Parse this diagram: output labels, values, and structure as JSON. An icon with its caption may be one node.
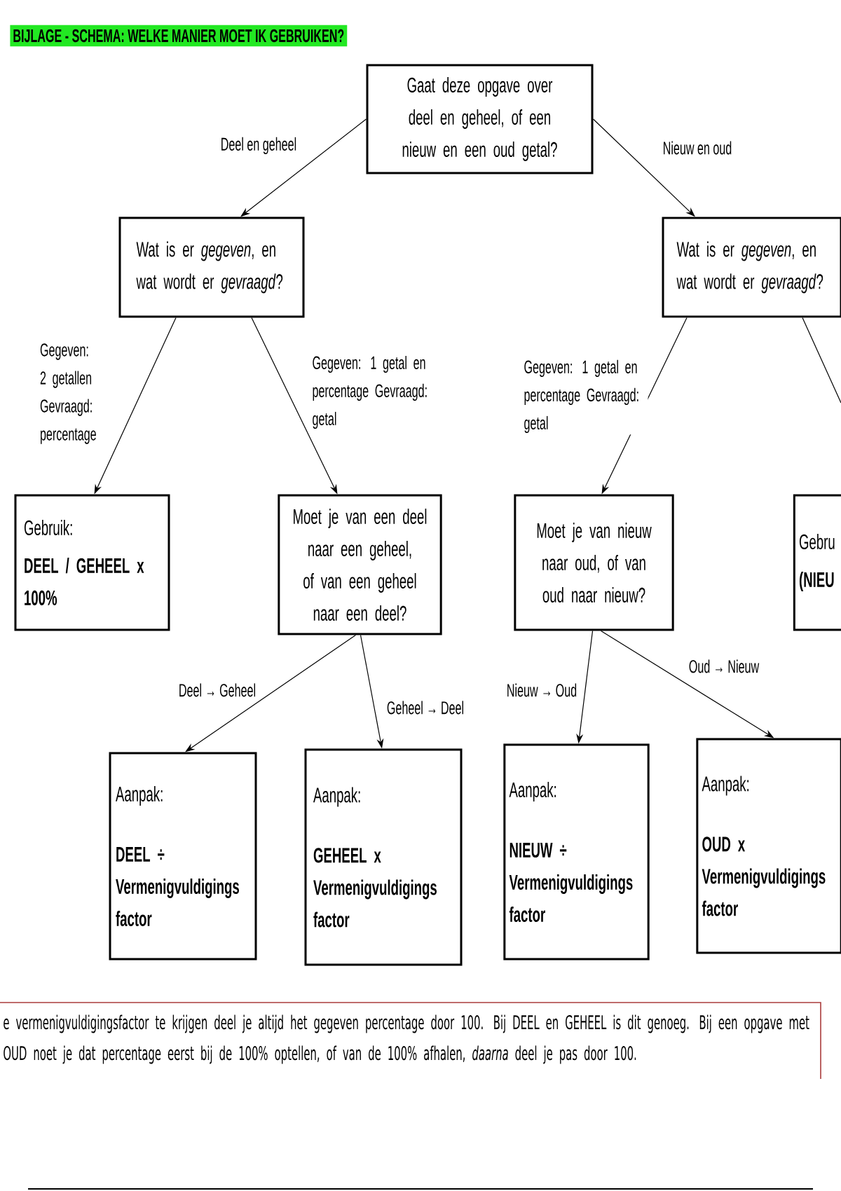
{
  "diagram": {
    "title": "BIJLAGE - SCHEMA: WELKE MANIER MOET IK GEBRUIKEN?",
    "nodes": [
      {
        "text": [
          "Gaat deze opgave over deel en geheel, of een nieuw en een oud getal?"
        ]
      },
      {
        "text": [
          "Wat is er *gegeven*, en wat wordt er *gevraagd*?"
        ]
      },
      {
        "text": [
          "Wat is er *gegeven*, en wat wordt er *gevraagd*?"
        ]
      },
      {
        "text": [
          "Gebruik:",
          "DEEL / GEHEEL x 100%"
        ]
      },
      {
        "text": [
          "Moet je van een deel naar een geheel, of van een geheel naar een deel?"
        ]
      },
      {
        "text": [
          "Moet je van nieuw naar oud, of van oud naar nieuw?"
        ]
      },
      {
        "text": [
          "Gebru",
          "(NIEU"
        ]
      },
      {
        "text": [
          "Aanpak:",
          "DEEL ÷ Vermenigvuldigings factor"
        ]
      },
      {
        "text": [
          "Aanpak:",
          "GEHEEL x Vermenigvuldigings factor"
        ]
      },
      {
        "text": [
          "Aanpak:",
          "NIEUW ÷ Vermenigvuldigings factor"
        ]
      },
      {
        "text": [
          "Aanpak:",
          "OUD x Vermenigvuldigings factor"
        ]
      }
    ],
    "edges": [
      {
        "from": 0,
        "to": 1,
        "arrow": "to",
        "label": "Deel en geheel"
      },
      {
        "from": 0,
        "to": 2,
        "arrow": "to",
        "label": "Nieuw en oud"
      },
      {
        "from": 1,
        "to": 3,
        "arrow": "to",
        "label": "Gegeven: 2 getallen Gevraagd: percentage"
      },
      {
        "from": 1,
        "to": 4,
        "arrow": "to",
        "label": "Gegeven: 1 getal en percentage Gevraagd: getal"
      },
      {
        "from": 2,
        "to": 5,
        "arrow": "to",
        "label": "Gegeven: 1 getal en percentage Gevraagd: getal"
      },
      {
        "from": 2,
        "to": null,
        "arrow": "none"
      },
      {
        "from": 4,
        "to": 7,
        "arrow": "to",
        "label": "Deel → Geheel"
      },
      {
        "from": 4,
        "to": 8,
        "arrow": "to",
        "label": "Geheel → Deel"
      },
      {
        "from": 5,
        "to": 9,
        "arrow": "to",
        "label": "Nieuw → Oud"
      },
      {
        "from": 5,
        "to": 10,
        "arrow": "to",
        "label": "Oud → Nieuw"
      }
    ],
    "labels": [
      "e vermenigvuldigingsfactor te krijgen deel je altijd het gegeven percentage door 100. Bij DEEL en GEHEEL is dit genoeg. Bij een opgave met OUD noet je dat percentage eerst bij de 100% optellen, of van de 100% afhalen, *daarna* deel je pas door 100."
    ]
  }
}
